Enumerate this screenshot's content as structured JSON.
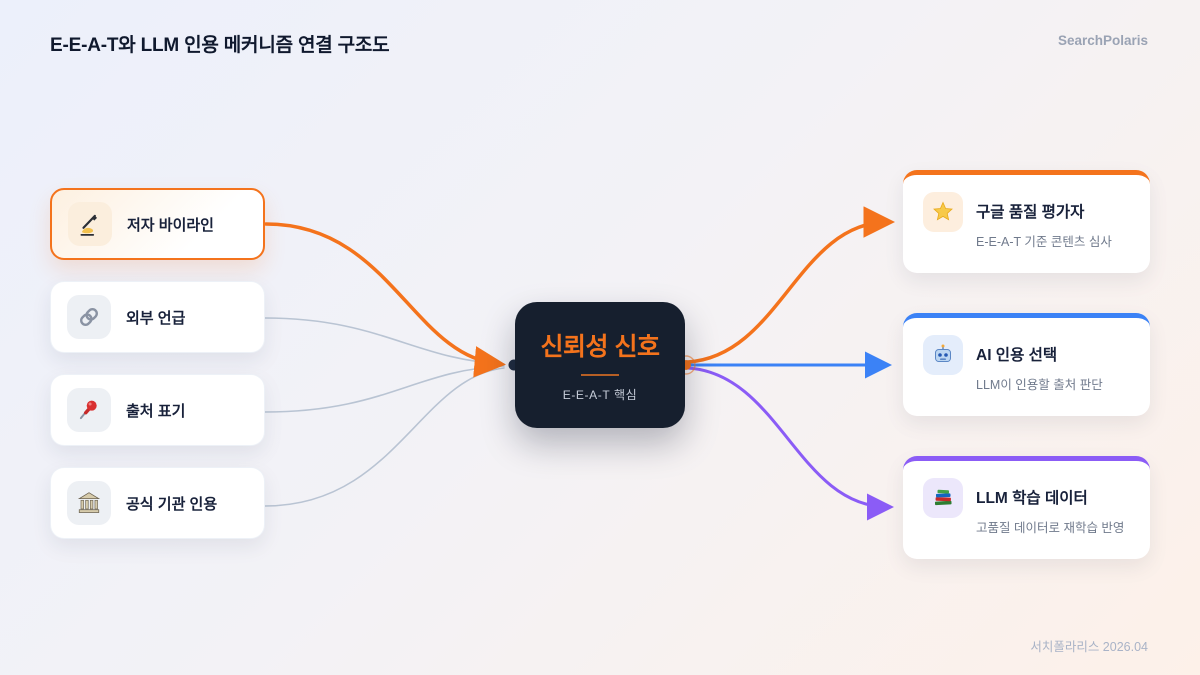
{
  "header": {
    "title": "E-E-A-T와 LLM 인용 메커니즘 연결 구조도",
    "brand": "SearchPolaris"
  },
  "footer": {
    "credit": "서치폴라리스 2026.04"
  },
  "center_node": {
    "title": "신뢰성 신호",
    "subtitle": "E-E-A-T 핵심"
  },
  "left_nodes": [
    {
      "label": "저자 바이라인",
      "icon": "writing-hand-icon",
      "highlighted": true
    },
    {
      "label": "외부 언급",
      "icon": "link-icon",
      "highlighted": false
    },
    {
      "label": "출처 표기",
      "icon": "pushpin-icon",
      "highlighted": false
    },
    {
      "label": "공식 기관 인용",
      "icon": "bank-icon",
      "highlighted": false
    }
  ],
  "right_nodes": [
    {
      "title": "구글 품질 평가자",
      "subtitle": "E-E-A-T 기준 콘텐츠 심사",
      "icon": "star-icon",
      "accent": "#f4731c"
    },
    {
      "title": "AI 인용 선택",
      "subtitle": "LLM이 인용할 출처 판단",
      "icon": "robot-icon",
      "accent": "#3b82f6"
    },
    {
      "title": "LLM 학습 데이터",
      "subtitle": "고품질 데이터로 재학습 반영",
      "icon": "books-icon",
      "accent": "#8b5cf6"
    }
  ],
  "colors": {
    "orange": "#f4731c",
    "blue": "#3b82f6",
    "purple": "#8b5cf6",
    "grayline": "#b9c4d3",
    "nodebg": "#161f2e"
  }
}
